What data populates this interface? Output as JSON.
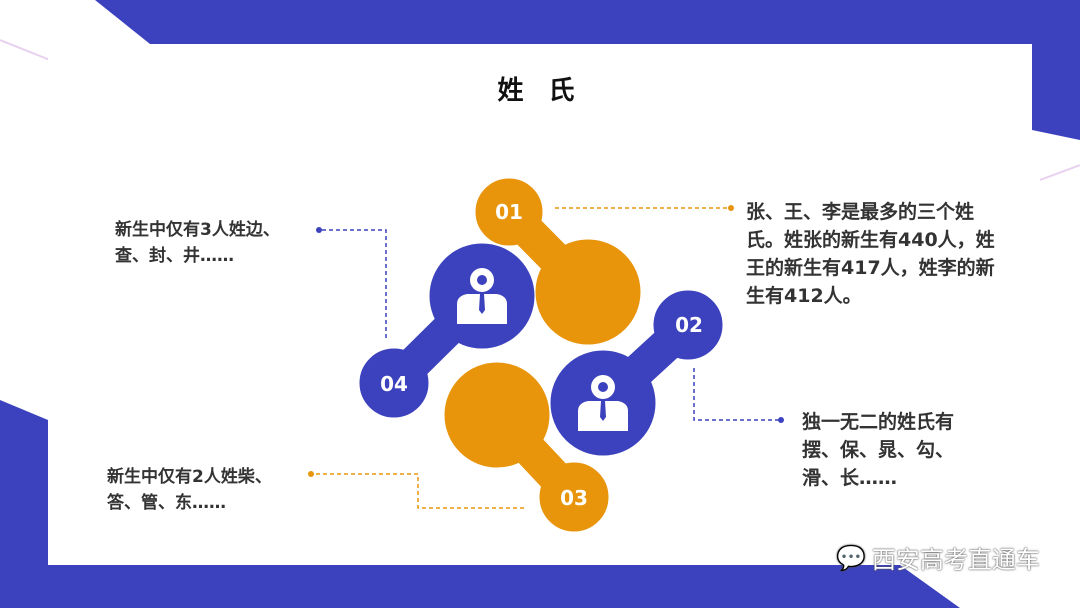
{
  "title": "姓 氏",
  "items": [
    {
      "number": "01",
      "text": "张、王、李是最多的三个姓氏。姓张的新生有440人，姓王的新生有417人，姓李的新生有412人。"
    },
    {
      "number": "02",
      "text": "独一无二的姓氏有摆、保、晁、勾、滑、长……"
    },
    {
      "number": "03",
      "text": "新生中仅有2人姓柴、答、管、东……"
    },
    {
      "number": "04",
      "text": "新生中仅有3人姓边、查、封、井……"
    }
  ],
  "watermark": "西安高考直通车",
  "colors": {
    "blue": "#3c42be",
    "orange": "#e8950c"
  }
}
